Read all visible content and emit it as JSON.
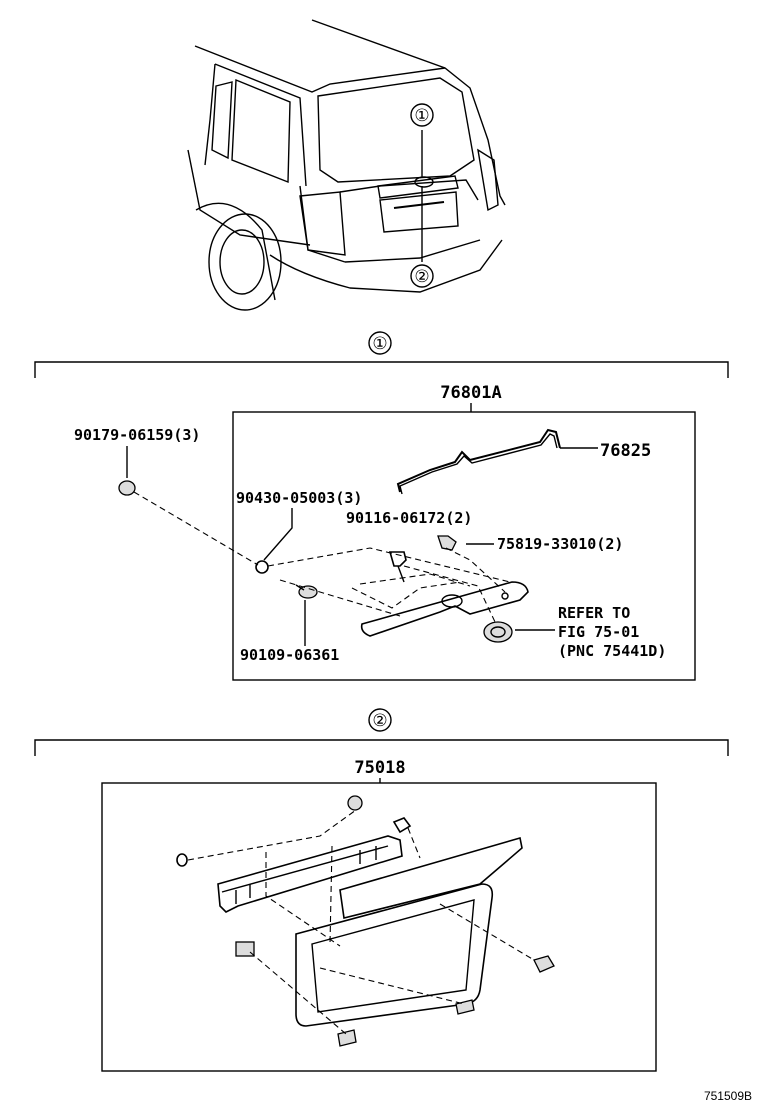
{
  "figure_number": "751509B",
  "callouts": {
    "one": "①",
    "two": "②"
  },
  "section1": {
    "marker": "①",
    "assembly": "76801A",
    "parts": {
      "p1": "90179-06159(3)",
      "p2": "76825",
      "p3": "90430-05003(3)",
      "p4": "90116-06172(2)",
      "p5": "75819-33010(2)",
      "p6": "90109-06361"
    },
    "refer": {
      "line1": "REFER TO",
      "line2": "FIG 75-01",
      "line3": "(PNC 75441D)"
    }
  },
  "section2": {
    "marker": "②",
    "assembly": "75018"
  }
}
